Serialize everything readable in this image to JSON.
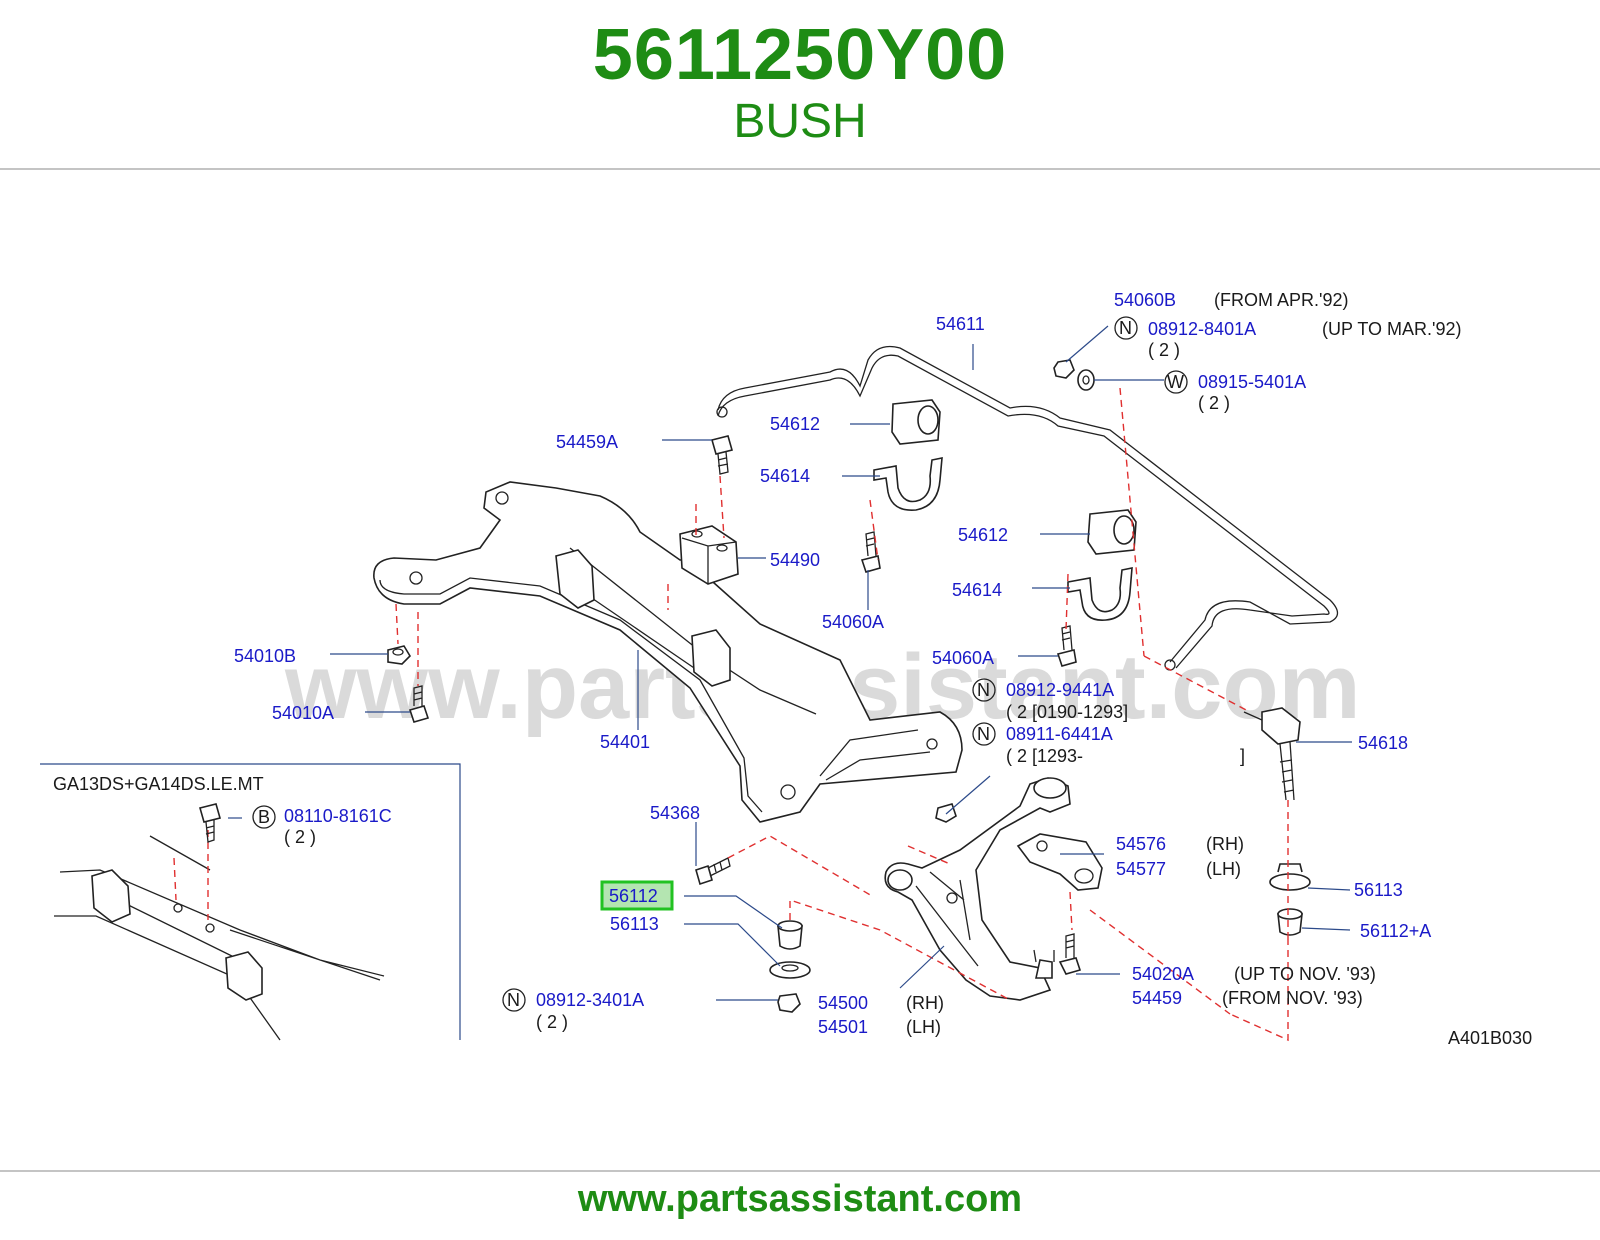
{
  "header": {
    "part_number": "5611250Y00",
    "part_name": "BUSH"
  },
  "footer": {
    "url": "www.partsassistant.com"
  },
  "watermark": "www.partsassistant.com",
  "diagram_code": "A401B030",
  "inset": {
    "title": "GA13DS+GA14DS.LE.MT"
  },
  "highlight_color": "#22c222",
  "labels": {
    "p54060B": "54060B",
    "n_from_apr92": "(FROM   APR.'92)",
    "p08912_8401A": "08912-8401A",
    "n_up_to_mar92": "(UP   TO   MAR.'92)",
    "q1": "( 2   )",
    "p08915_5401A": "08915-5401A",
    "q2": "( 2   )",
    "p54611": "54611",
    "p54612_a": "54612",
    "p54614_a": "54614",
    "p54459A": "54459A",
    "p54490": "54490",
    "p54060A_a": "54060A",
    "p54612_b": "54612",
    "p54614_b": "54614",
    "p54060A_b": "54060A",
    "p08912_9441A": "08912-9441A",
    "q3": "( 2   [0190-1293]",
    "p08911_6441A": "08911-6441A",
    "q4": "( 2   [1293-",
    "q4b": "]",
    "p54618": "54618",
    "p54010B": "54010B",
    "p54010A": "54010A",
    "p54401": "54401",
    "p08110_8161C": "08110-8161C",
    "q5": "( 2   )",
    "p54368": "54368",
    "p56112": "56112",
    "p56113_a": "56113",
    "p08912_3401A": "08912-3401A",
    "q6": "( 2   )",
    "p54500": "54500",
    "n_rh1": "(RH)",
    "p54501": "54501",
    "n_lh1": "(LH)",
    "p54576": "54576",
    "n_rh2": "(RH)",
    "p54577": "54577",
    "n_lh2": "(LH)",
    "p54020A": "54020A",
    "n_up_to_nov93": "(UP   TO   NOV.   '93)",
    "p54459": "54459",
    "n_from_nov93": "(FROM   NOV.   '93)",
    "p56113_b": "56113",
    "p56112A": "56112+A"
  },
  "symbols": {
    "n1": "N",
    "w1": "W",
    "n2": "N",
    "n3": "N",
    "b1": "B",
    "n4": "N"
  }
}
